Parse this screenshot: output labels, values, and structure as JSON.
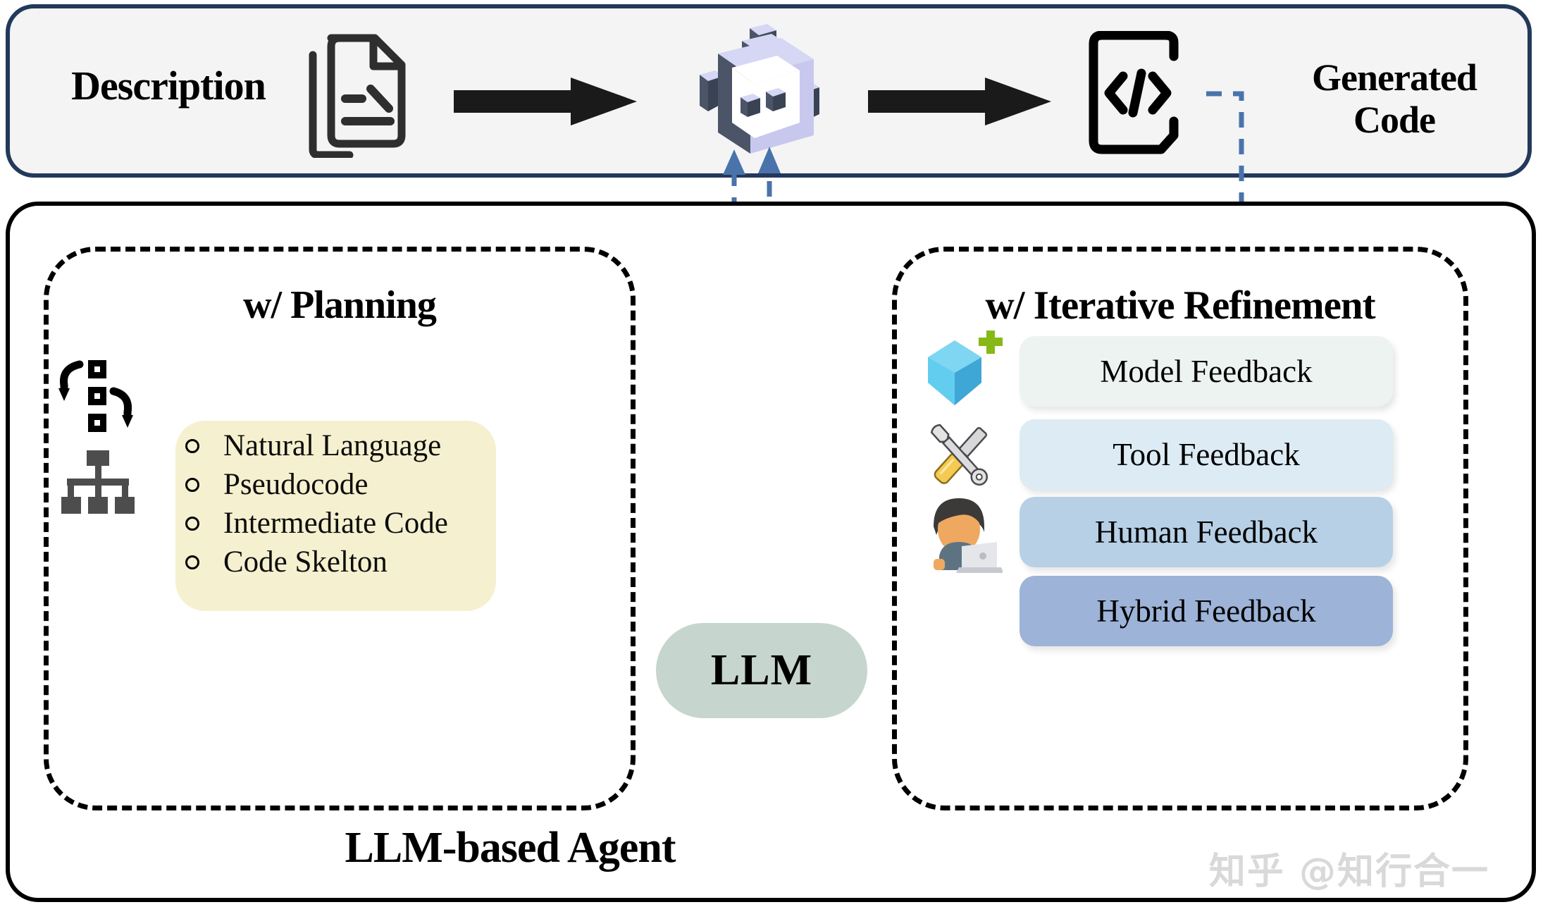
{
  "pipeline": {
    "input_label": "Description",
    "output_label": "Generated\nCode",
    "output_label_line1": "Generated",
    "output_label_line2": "Code",
    "doc_icon": "document-edit-icon",
    "agent_icon": "robot-icon",
    "code_icon": "code-file-icon",
    "arrow_icon": "right-arrow-icon",
    "border_color": "#23395b",
    "fill_color": "#f4f4f5"
  },
  "agent": {
    "caption": "LLM-based Agent",
    "watermark": "知乎 @知行合一",
    "llm_badge": "LLM",
    "llm_badge_color": "#c6d5ce",
    "border_color": "#000000"
  },
  "planning": {
    "title": "w/ Planning",
    "card_color": "#f5f0cf",
    "icons": [
      "workflow-process-icon",
      "hierarchy-tree-icon"
    ],
    "items": [
      "Natural Language",
      "Pseudocode",
      "Intermediate Code",
      "Code Skelton"
    ]
  },
  "refinement": {
    "title": "w/ Iterative Refinement",
    "rows": [
      {
        "label": "Model Feedback",
        "icon": "blue-cube-plus-icon",
        "color": "#edf3f0"
      },
      {
        "label": "Tool Feedback",
        "icon": "tools-wrench-icon",
        "color": "#dcebf4"
      },
      {
        "label": "Human Feedback",
        "icon": "person-laptop-icon",
        "color": "#b7d0e6"
      },
      {
        "label": "Hybrid Feedback",
        "icon": "hybrid-feedback-icon",
        "color": "#9db3d8"
      }
    ]
  },
  "feedback_wiring": {
    "color": "#4a73ab",
    "style": "dashed",
    "description": "feedback loops from generated code and panels back into the agent"
  }
}
